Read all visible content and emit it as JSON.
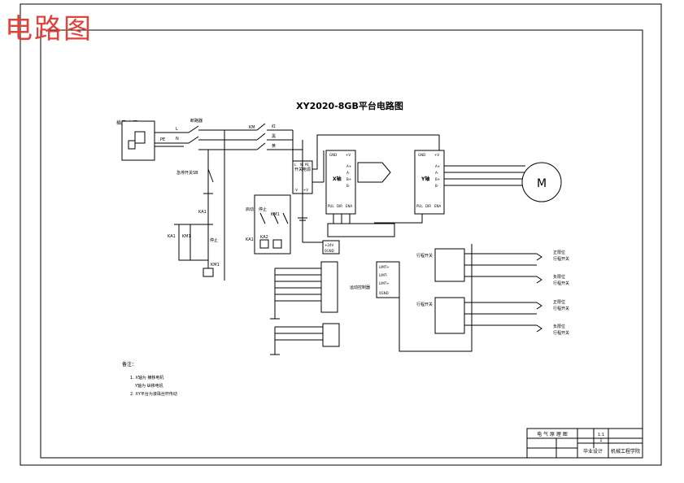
{
  "watermark_text": "电路图",
  "diagram": {
    "title": "XY2020-8GB平台电路图",
    "power_source_label": "插座/电源",
    "plug_pins": [
      "L",
      "N",
      "PE"
    ],
    "breaker_label": "断路器",
    "contactor_label": "KM",
    "phase_labels": [
      "红",
      "黑",
      "黄"
    ],
    "emergency_label": "急停开关SB",
    "stop_label": "停止",
    "start_label": "启动",
    "relay_labels": [
      "KA1",
      "KA2",
      "KM1"
    ],
    "switch_psu_label": "开关电源",
    "psu_pins": [
      "L",
      "N",
      "PE",
      "-V",
      "+V"
    ],
    "x_driver_label": "X轴",
    "y_driver_label": "Y轴",
    "driver_pins": [
      "A+",
      "A-",
      "B+",
      "B-",
      "ENA",
      "DIR",
      "PUL",
      "GND",
      "+V"
    ],
    "motor_symbol": "M",
    "limit_labels": [
      "正限位",
      "负限位"
    ],
    "switch_label": "行程开关",
    "controller_label": "运动控制器",
    "io_pins": [
      "LIMT+",
      "LIMT-",
      "0GND",
      "+24V"
    ],
    "notes_title": "备注：",
    "notes": [
      "1. X轴为 横移电机",
      "Y轴为 纵移电机",
      "2. XY平台为滚珠丝杆传动"
    ],
    "title_block": {
      "name": "电 气 原 理 图",
      "design": "毕业设计",
      "school": "机械工程学院",
      "scale": "1:1",
      "sheet": "1"
    }
  }
}
